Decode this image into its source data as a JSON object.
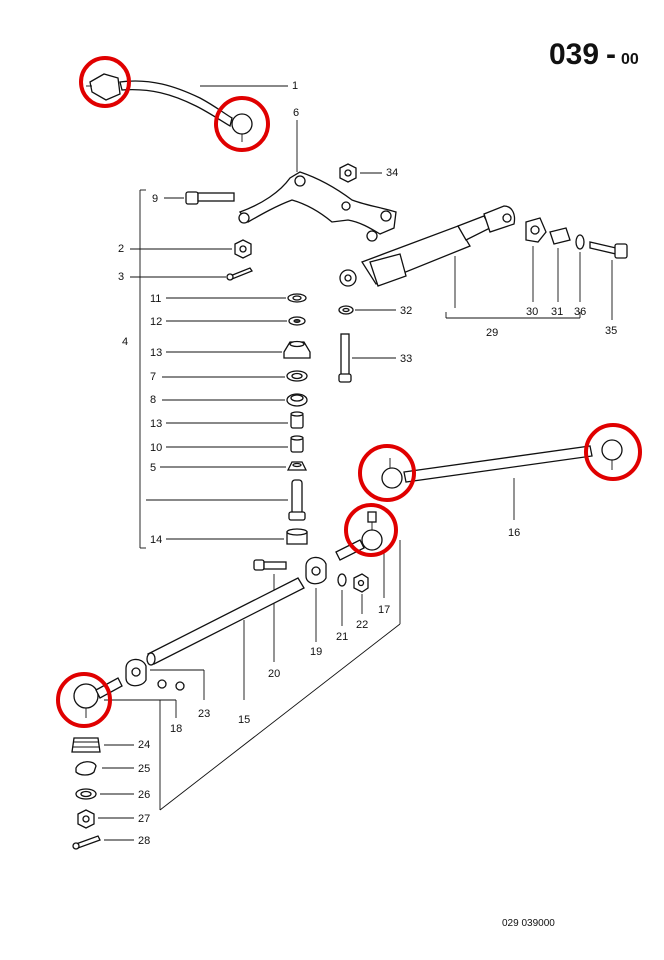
{
  "header": {
    "code": "039",
    "dash": "-",
    "suffix": "00"
  },
  "footer": {
    "ref": "029  039000"
  },
  "colors": {
    "highlight": "#e00000",
    "ink": "#111111"
  },
  "callouts": {
    "c1": "1",
    "c2": "2",
    "c3": "3",
    "c4": "4",
    "c5": "5",
    "c6": "6",
    "c7": "7",
    "c8": "8",
    "c9": "9",
    "c10": "10",
    "c11": "11",
    "c12": "12",
    "c13a": "13",
    "c13b": "13",
    "c14": "14",
    "c15": "15",
    "c16": "16",
    "c17": "17",
    "c18": "18",
    "c19": "19",
    "c20": "20",
    "c21": "21",
    "c22": "22",
    "c23": "23",
    "c24": "24",
    "c25": "25",
    "c26": "26",
    "c27": "27",
    "c28": "28",
    "c29": "29",
    "c30": "30",
    "c31": "31",
    "c32": "32",
    "c33": "33",
    "c34": "34",
    "c35": "35",
    "c36": "36"
  }
}
